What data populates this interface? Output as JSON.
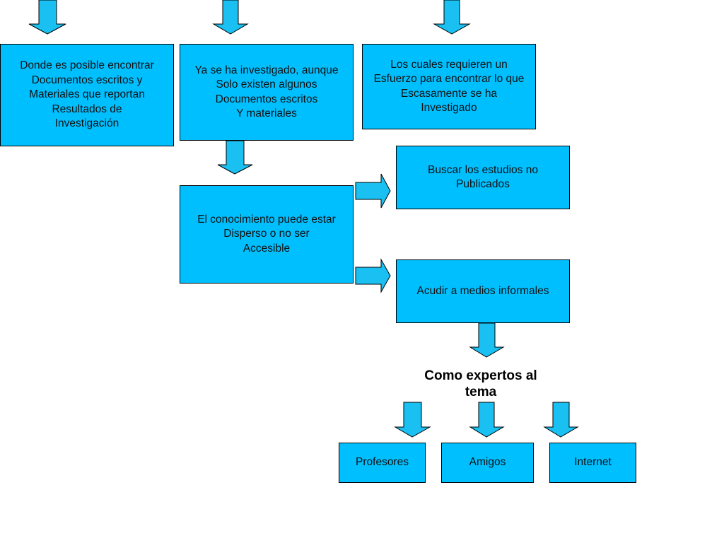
{
  "colors": {
    "box_fill": "#00BFFF",
    "arrow_fill": "#19C0F1",
    "outline": "#000000"
  },
  "boxes": {
    "donde_es_posible": "Donde es posible encontrar\nDocumentos escritos y\nMateriales que reportan\nResultados de\nInvestigación",
    "ya_se_ha_investigado": "Ya se ha investigado, aunque\nSolo existen algunos\nDocumentos escritos\nY materiales",
    "los_cuales_requieren": "Los cuales requieren un\nEsfuerzo para encontrar lo que\nEscasamente se ha\nInvestigado",
    "buscar_estudios": "Buscar los estudios no\nPublicados",
    "conocimiento_disperso": "El conocimiento puede estar\nDisperso o no ser\nAccesible",
    "acudir_medios": "Acudir a medios informales",
    "profesores": "Profesores",
    "amigos": "Amigos",
    "internet": "Internet"
  },
  "heading": "Como expertos al\ntema",
  "icons": {
    "down_arrow": "down-arrow-icon",
    "right_arrow": "right-arrow-icon"
  }
}
